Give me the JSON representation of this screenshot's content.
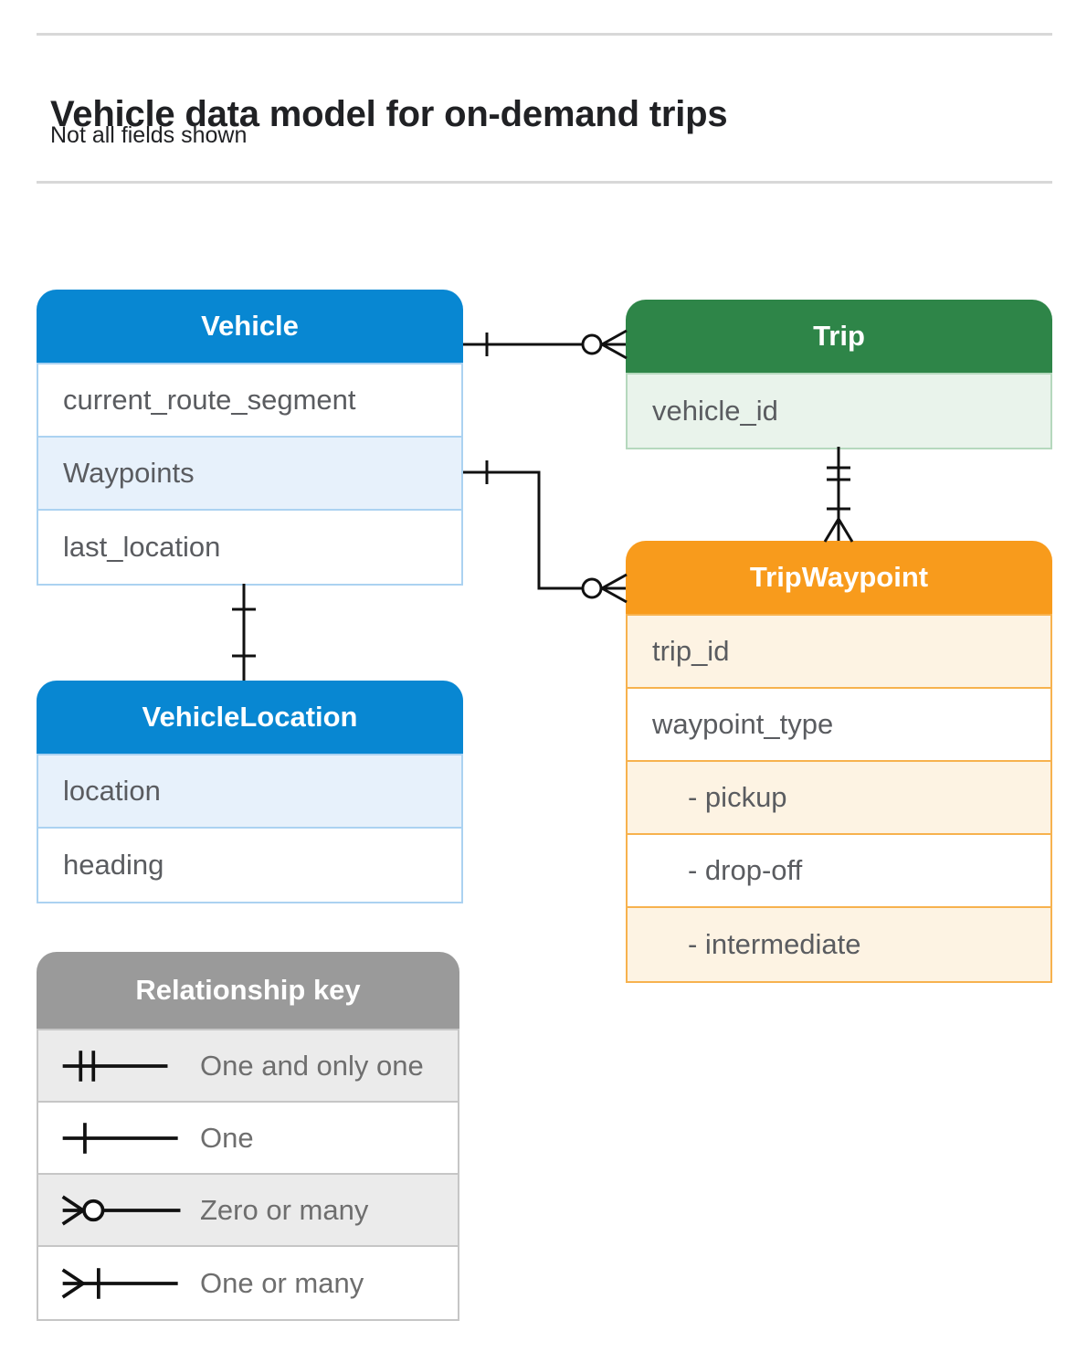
{
  "page": {
    "title": "Vehicle data model for on-demand trips",
    "subtitle": "Not all fields shown"
  },
  "colors": {
    "blue_header": "#0887D2",
    "blue_row_shaded": "#E7F1FB",
    "blue_border": "#ABD2F1",
    "green_header": "#2E8548",
    "green_row_shaded": "#E9F3EB",
    "green_border": "#B5D8BD",
    "orange_header": "#F89B1C",
    "orange_row_shaded": "#FDF3E3",
    "orange_border": "#F7B24E",
    "legend_header": "#9A9A9A",
    "legend_row_shaded": "#EBEBEB",
    "field_text": "#5A5C60",
    "legend_text": "#6E6E6E",
    "connector_line": "#111111"
  },
  "entities": [
    {
      "id": "vehicle",
      "title": "Vehicle",
      "theme": "blue",
      "fields": [
        {
          "label": "current_route_segment"
        },
        {
          "label": "Waypoints"
        },
        {
          "label": "last_location"
        }
      ]
    },
    {
      "id": "trip",
      "title": "Trip",
      "theme": "green",
      "fields": [
        {
          "label": "vehicle_id"
        }
      ]
    },
    {
      "id": "trip_waypoint",
      "title": "TripWaypoint",
      "theme": "orange",
      "fields": [
        {
          "label": "trip_id"
        },
        {
          "label": "waypoint_type"
        },
        {
          "label": "- pickup"
        },
        {
          "label": "- drop-off"
        },
        {
          "label": "- intermediate"
        }
      ]
    },
    {
      "id": "vehicle_location",
      "title": "VehicleLocation",
      "theme": "blue",
      "fields": [
        {
          "label": "location"
        },
        {
          "label": "heading"
        }
      ]
    }
  ],
  "relationships": [
    {
      "from": "Vehicle",
      "to": "Trip",
      "from_cardinality": "one",
      "to_cardinality": "zero-or-many"
    },
    {
      "from": "Vehicle.Waypoints",
      "to": "TripWaypoint",
      "from_cardinality": "one",
      "to_cardinality": "zero-or-many"
    },
    {
      "from": "Trip",
      "to": "TripWaypoint",
      "from_cardinality": "one-and-only-one",
      "to_cardinality": "one-or-many"
    },
    {
      "from": "Vehicle",
      "to": "VehicleLocation",
      "from_cardinality": "one",
      "to_cardinality": "one"
    }
  ],
  "legend": {
    "title": "Relationship key",
    "items": [
      {
        "symbol": "one-and-only-one",
        "label": "One and only one"
      },
      {
        "symbol": "one",
        "label": "One"
      },
      {
        "symbol": "zero-or-many",
        "label": "Zero or many"
      },
      {
        "symbol": "one-or-many",
        "label": "One or many"
      }
    ]
  }
}
